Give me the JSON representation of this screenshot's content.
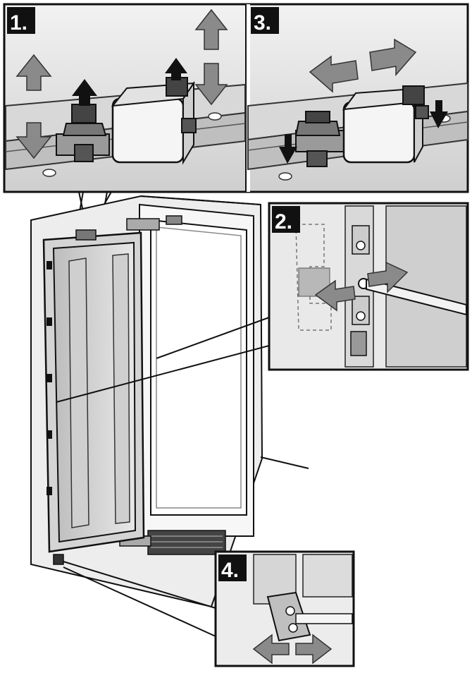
{
  "steps": [
    {
      "label": "1."
    },
    {
      "label": "2."
    },
    {
      "label": "3."
    },
    {
      "label": "4."
    }
  ],
  "colors": {
    "outline": "#111111",
    "panel_bg": "#e6e6e6",
    "arrow_gray": "#8a8a8a",
    "badge": "#111111"
  }
}
